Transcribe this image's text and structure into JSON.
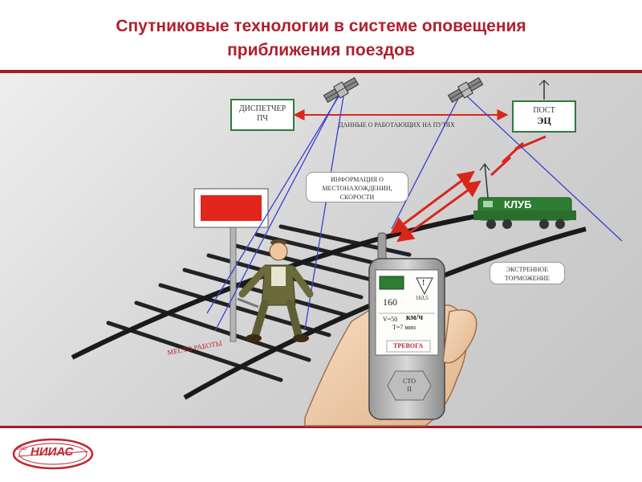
{
  "title": {
    "line1": "Спутниковые технологии в системе оповещения",
    "line2": "приближения поездов"
  },
  "boxes": {
    "dispatcher_line1": "ДИСПЕТЧЕР",
    "dispatcher_line2": "ПЧ",
    "post_line1": "ПОСТ",
    "post_line2": "ЭЦ"
  },
  "labels": {
    "data_workers": "ДАННЫЕ О РАБОТАЮЩИХ НА ПУТЯХ",
    "location_info": "ИНФОРМАЦИЯ О МЕСТОНАХОЖДЕНИИ, СКОРОСТИ",
    "emergency_braking": "ЭКСТРЕННОЕ ТОРМОЖЕНИЕ",
    "work_site": "МЕСТО РАБОТЫ",
    "locomotive": "КЛУБ"
  },
  "device": {
    "speed_value": "160",
    "kilometer": "163,5",
    "speed_line": "V=50",
    "speed_unit": "км/ч",
    "time_line": "T=7 мин",
    "alarm": "ТРЕВОГА",
    "stop_line1": "СТО",
    "stop_line2": "П",
    "warning_glyph": "!"
  },
  "logo": {
    "prefix": "ОАО",
    "name": "НИИАС"
  },
  "colors": {
    "title": "#b01f2e",
    "rule": "#a31a28",
    "box_border": "#2f7a3a",
    "signal_red": "#d9261c",
    "beam_blue": "#3a3fd0",
    "locomotive_green": "#2e7d32"
  },
  "icons": [
    "satellite-icon",
    "antenna-icon",
    "warning-triangle-icon",
    "locomotive-icon"
  ]
}
